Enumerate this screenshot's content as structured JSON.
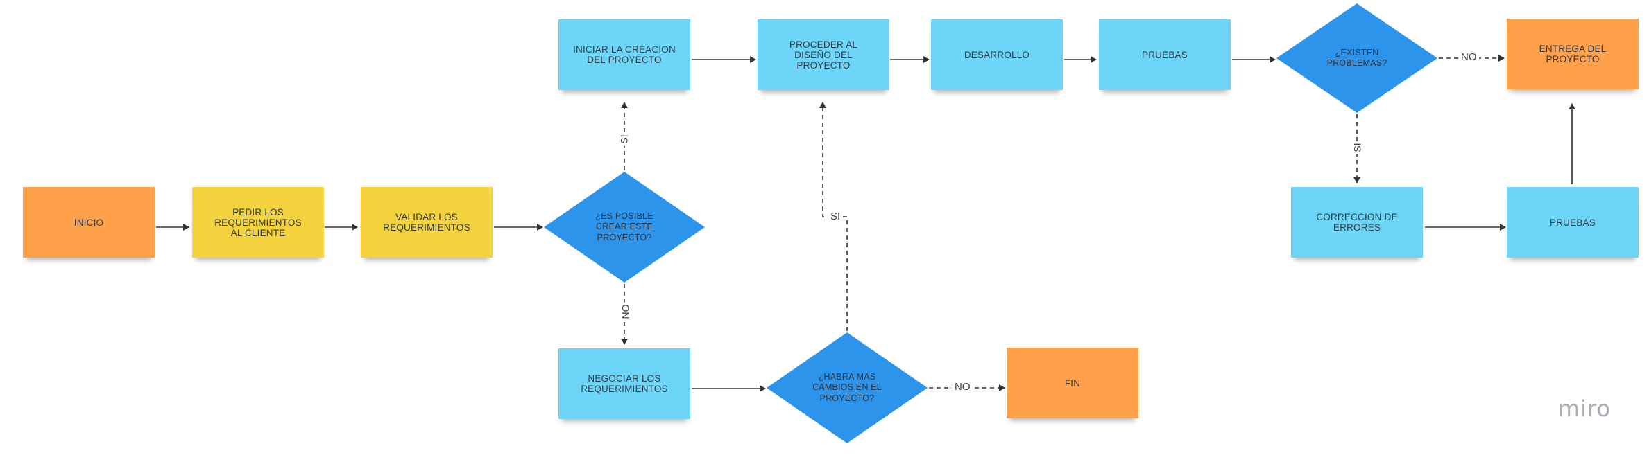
{
  "nodes": {
    "inicio": "INICIO",
    "pedir": "PEDIR LOS REQUERIMIENTOS AL CLIENTE",
    "validar": "VALIDAR LOS REQUERIMIENTOS",
    "es_posible": "¿ES POSIBLE CREAR ESTE PROYECTO?",
    "iniciar": "INICIAR LA CREACION DEL PROYECTO",
    "negociar": "NEGOCIAR LOS REQUERIMIENTOS",
    "habra_cambios": "¿HABRA MAS CAMBIOS EN EL PROYECTO?",
    "fin": "FIN",
    "proceder": "PROCEDER AL DISEÑO DEL PROYECTO",
    "desarrollo": "DESARROLLO",
    "pruebas": "PRUEBAS",
    "existen_problemas": "¿EXISTEN PROBLEMAS?",
    "entrega": "ENTREGA DEL PROYECTO",
    "correccion": "CORRECCION DE ERRORES",
    "pruebas_2": "PRUEBAS"
  },
  "edge_labels": {
    "si_posible": "SI",
    "no_posible": "NO",
    "si_cambios": "SI",
    "no_cambios": "NO",
    "no_problemas": "NO",
    "si_problemas": "SI"
  },
  "logo": "miro",
  "colors": {
    "orange": "#ffa04a",
    "yellow": "#f5d33f",
    "cyan": "#6dd6f8",
    "diamond": "#2d94ec"
  }
}
